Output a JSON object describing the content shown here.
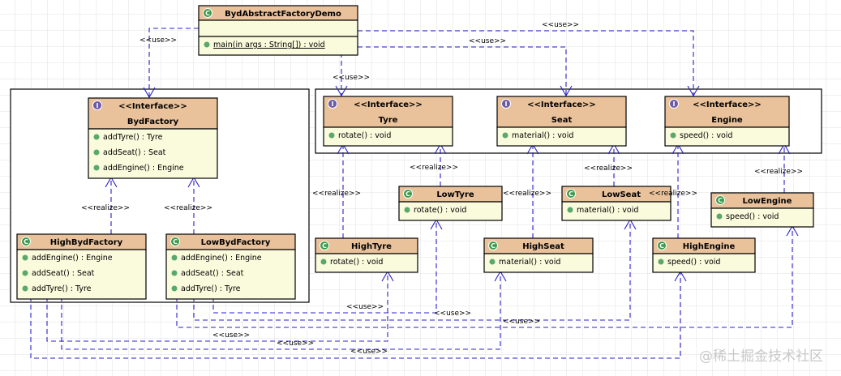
{
  "diagram": {
    "classes": {
      "demo": {
        "kind": "class",
        "name": "BydAbstractFactoryDemo",
        "methods": [
          "main(in args : String[]) : void"
        ]
      },
      "bydFactory": {
        "kind": "interface",
        "stereotype": "<<Interface>>",
        "name": "BydFactory",
        "methods": [
          "addTyre() : Tyre",
          "addSeat() : Seat",
          "addEngine() : Engine"
        ]
      },
      "highBydFactory": {
        "kind": "class",
        "name": "HighBydFactory",
        "methods": [
          "addEngine() : Engine",
          "addSeat() : Seat",
          "addTyre() : Tyre"
        ]
      },
      "lowBydFactory": {
        "kind": "class",
        "name": "LowBydFactory",
        "methods": [
          "addEngine() : Engine",
          "addSeat() : Seat",
          "addTyre() : Tyre"
        ]
      },
      "tyre": {
        "kind": "interface",
        "stereotype": "<<Interface>>",
        "name": "Tyre",
        "methods": [
          "rotate() : void"
        ]
      },
      "seat": {
        "kind": "interface",
        "stereotype": "<<Interface>>",
        "name": "Seat",
        "methods": [
          "material() : void"
        ]
      },
      "engine": {
        "kind": "interface",
        "stereotype": "<<Interface>>",
        "name": "Engine",
        "methods": [
          "speed() : void"
        ]
      },
      "lowTyre": {
        "kind": "class",
        "name": "LowTyre",
        "methods": [
          "rotate() : void"
        ]
      },
      "highTyre": {
        "kind": "class",
        "name": "HighTyre",
        "methods": [
          "rotate() : void"
        ]
      },
      "lowSeat": {
        "kind": "class",
        "name": "LowSeat",
        "methods": [
          "material() : void"
        ]
      },
      "highSeat": {
        "kind": "class",
        "name": "HighSeat",
        "methods": [
          "material() : void"
        ]
      },
      "lowEngine": {
        "kind": "class",
        "name": "LowEngine",
        "methods": [
          "speed() : void"
        ]
      },
      "highEngine": {
        "kind": "class",
        "name": "HighEngine",
        "methods": [
          "speed() : void"
        ]
      }
    },
    "labels": {
      "use": "<<use>>",
      "realize": "<<realize>>"
    },
    "watermark": "@稀土掘金技术社区",
    "colors": {
      "header": "#e9c29b",
      "body": "#fafadc",
      "edge": "#2a1fc8",
      "class_icon": "#3a9a4a",
      "interface_icon": "#6a5aa8"
    }
  }
}
